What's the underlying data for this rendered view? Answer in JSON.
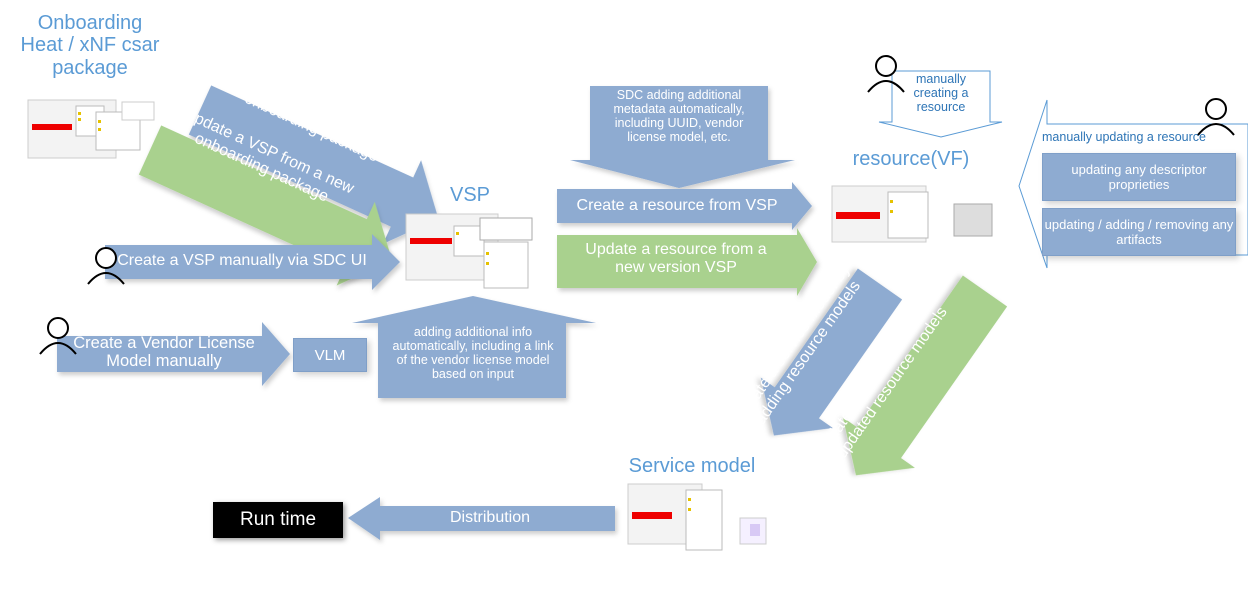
{
  "colors": {
    "blue_arrow": "#8eabd1",
    "green_arrow": "#a9d18e",
    "title_blue": "#5b9bd5",
    "runtime_bg": "#000000"
  },
  "titles": {
    "onboarding": "Onboarding\nHeat / xNF csar\npackage",
    "vsp": "VSP",
    "resource": "resource(VF)",
    "service_model": "Service model"
  },
  "arrows": {
    "create_vsp_pkg": "Create a VSP from a new onboarding package",
    "update_vsp_pkg": "Update a VSP from a new onboarding package",
    "create_vsp_manual": "Create a VSP manually via SDC UI",
    "create_vlm": "Create a Vendor License Model manually",
    "adding_info": "adding additional info automatically, including a link of the vendor license model based on input",
    "sdc_metadata": "SDC adding additional metadata automatically, including UUID, vendor license model, etc.",
    "create_resource": "Create a resource from VSP",
    "update_resource": "Update a resource from a new version VSP",
    "manually_creating": "manually creating a resource",
    "manually_updating": "manually updating a resource",
    "create_service": "Create a service model by adding resource models",
    "update_service": "Update a service model with updated resource models",
    "distribution": "Distribution"
  },
  "boxes": {
    "vlm": "VLM",
    "descriptor": "updating any descriptor proprieties",
    "artifacts": "updating / adding / removing any artifacts",
    "runtime": "Run time"
  },
  "icons": [
    "user-icon",
    "screenshot-thumbnail"
  ]
}
